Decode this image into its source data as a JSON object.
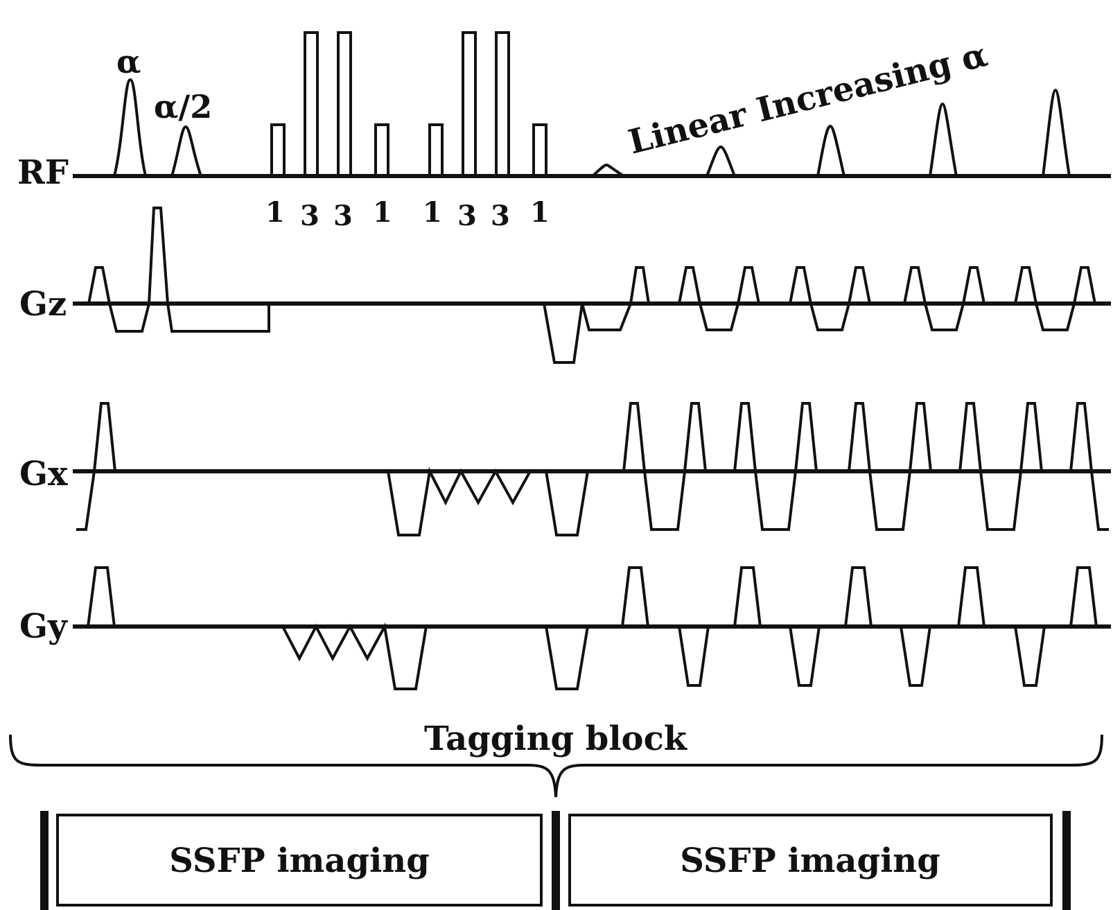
{
  "rows": {
    "rf": "RF",
    "gz": "Gz",
    "gx": "Gx",
    "gy": "Gy"
  },
  "rf_annotations": {
    "alpha": "α",
    "alpha_half": "α/2",
    "linear_increasing": "Linear Increasing α"
  },
  "binomial_labels": [
    "1",
    "3",
    "3",
    "1",
    "1",
    "3",
    "3",
    "1"
  ],
  "tagging_block_label": "Tagging block",
  "imaging_blocks": [
    "SSFP imaging",
    "SSFP imaging"
  ],
  "colors": {
    "line": "#111111",
    "background": "#ffffff"
  }
}
